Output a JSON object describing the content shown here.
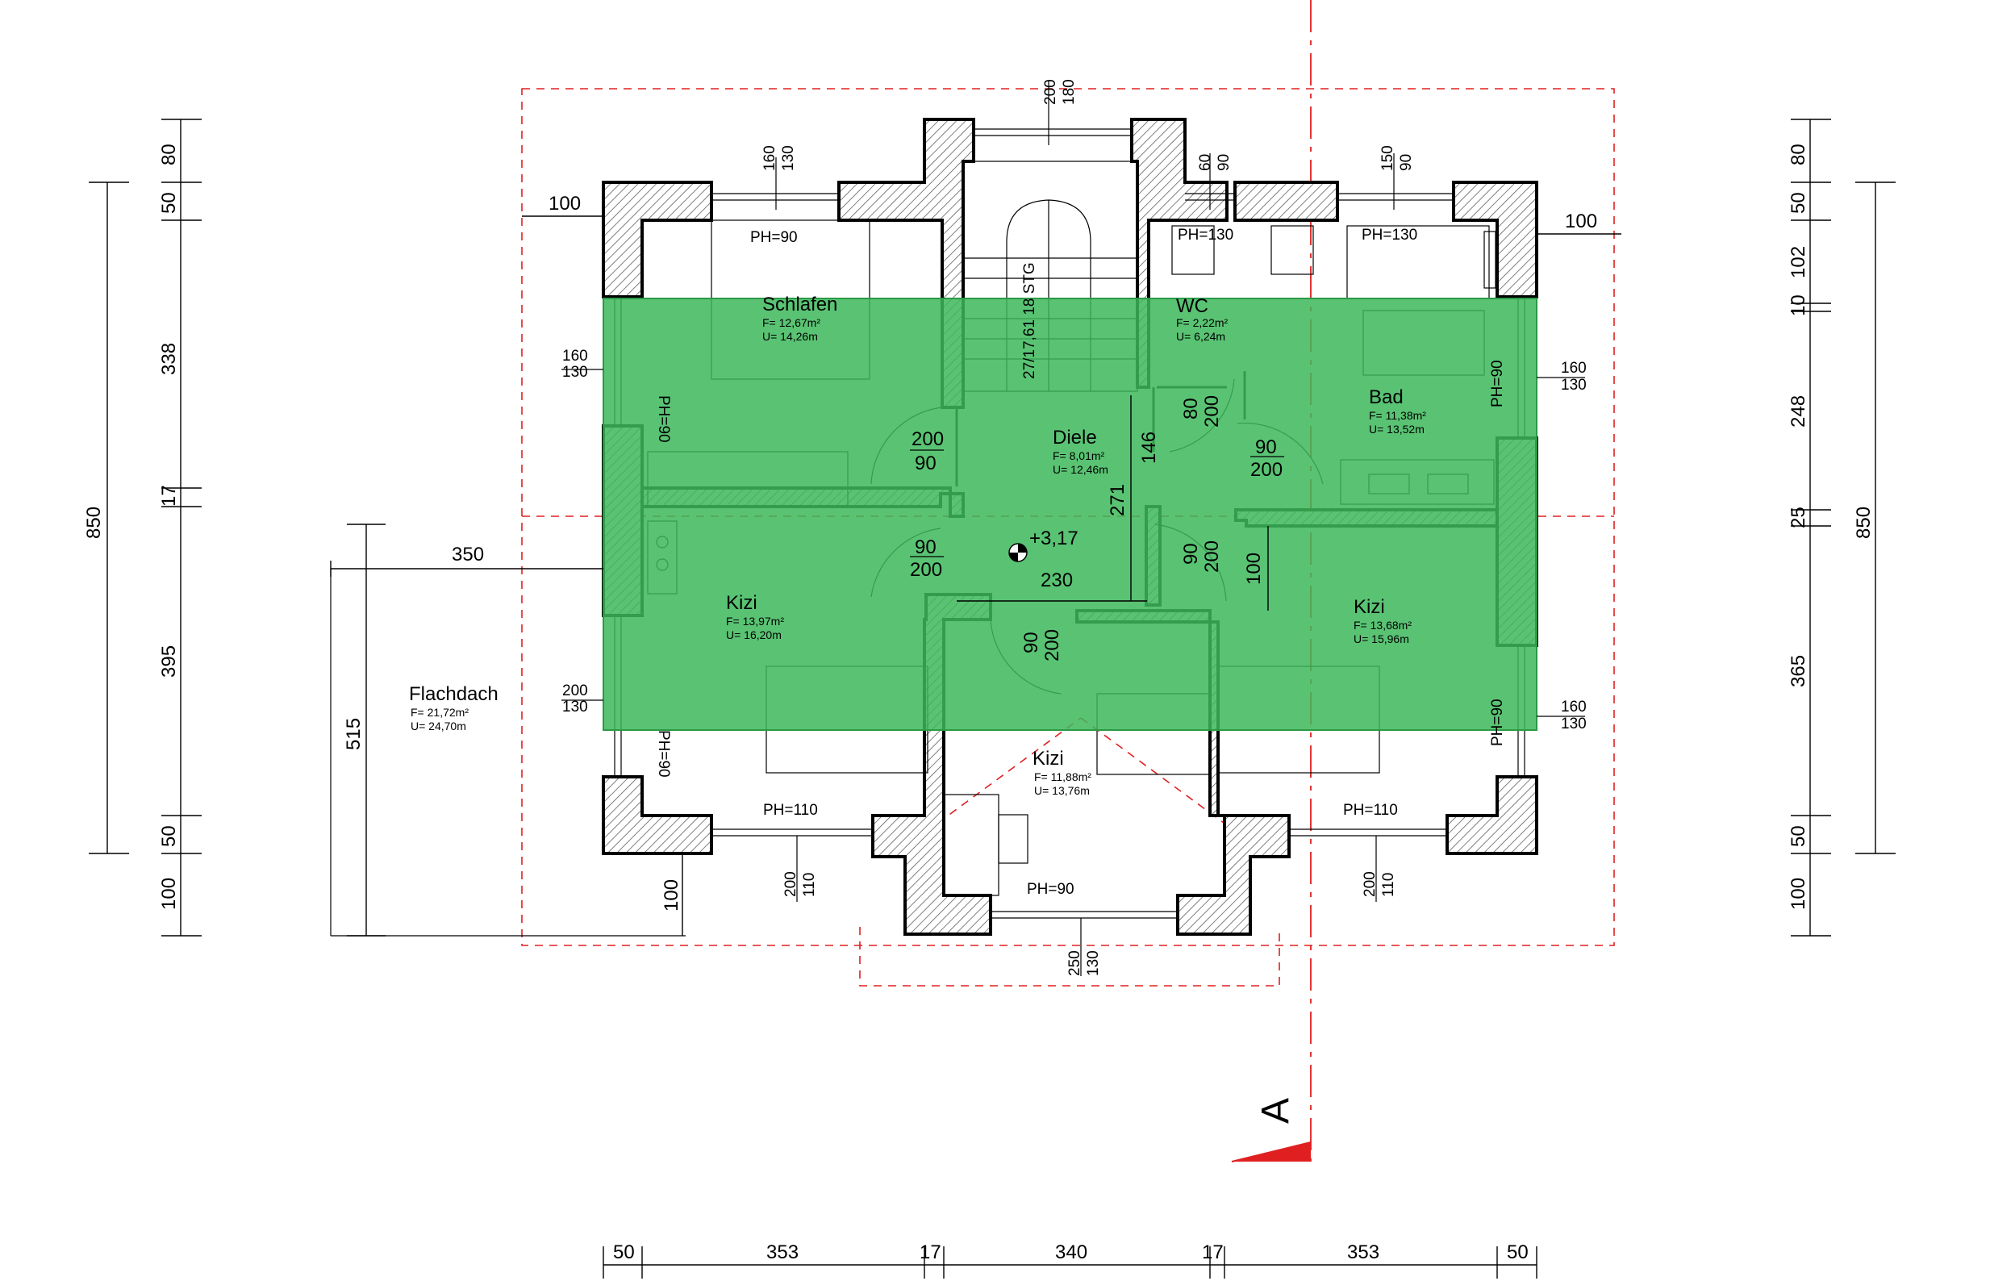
{
  "rooms": {
    "schlafen": {
      "name": "Schlafen",
      "f": "F= 12,67m²",
      "u": "U= 14,26m",
      "ph": "PH=90"
    },
    "wc": {
      "name": "WC",
      "f": "F= 2,22m²",
      "u": "U= 6,24m",
      "ph": "PH=130"
    },
    "bad": {
      "name": "Bad",
      "f": "F= 11,38m²",
      "u": "U= 13,52m",
      "ph": "PH=130"
    },
    "diele": {
      "name": "Diele",
      "f": "F= 8,01m²",
      "u": "U= 12,46m"
    },
    "kizi_left": {
      "name": "Kizi",
      "f": "F= 13,97m²",
      "u": "U= 16,20m",
      "ph": "PH=110"
    },
    "kizi_right": {
      "name": "Kizi",
      "f": "F= 13,68m²",
      "u": "U= 15,96m",
      "ph": "PH=110"
    },
    "kizi_bottom": {
      "name": "Kizi",
      "f": "F= 11,88m²",
      "u": "U= 13,76m",
      "ph": "PH=90"
    },
    "flachdach": {
      "name": "Flachdach",
      "f": "F= 21,72m²",
      "u": "U= 24,70m"
    }
  },
  "stair": {
    "label": "27/17,61 18 STG"
  },
  "level": {
    "value": "+3,17"
  },
  "section": {
    "label": "A"
  },
  "ph_labels": {
    "ph90": "PH=90"
  },
  "dims": {
    "left": {
      "total": "850",
      "parts": [
        "80",
        "50",
        "338",
        "17",
        "395",
        "50",
        "100"
      ],
      "terrace": "515"
    },
    "right": {
      "total": "850",
      "parts": [
        "80",
        "50",
        "102",
        "10",
        "248",
        "25",
        "365",
        "50",
        "100"
      ]
    },
    "bottom": [
      "50",
      "353",
      "17",
      "340",
      "17",
      "353",
      "50"
    ],
    "overhang_left": "100",
    "overhang_right": "100",
    "terrace_width": "350",
    "bottom_overhang": "100",
    "diele_width": "230",
    "diele_271": "271",
    "diele_146": "146",
    "diele_100": "100"
  },
  "windows": {
    "top_center": [
      "200",
      "180"
    ],
    "schlafen": [
      "160",
      "130"
    ],
    "wc": [
      "60",
      "90"
    ],
    "bad_top": [
      "150",
      "90"
    ],
    "left_upper": [
      "160",
      "130"
    ],
    "left_lower": [
      "200",
      "130"
    ],
    "right_upper": [
      "160",
      "130"
    ],
    "right_lower": [
      "160",
      "130"
    ],
    "bottom_left": [
      "200",
      "110"
    ],
    "bottom_right": [
      "200",
      "110"
    ],
    "bottom_center": [
      "250",
      "130"
    ],
    "ph90_side": "PH=90"
  },
  "doors": {
    "d1": [
      "200",
      "90"
    ],
    "d2": [
      "80",
      "200"
    ],
    "d3": [
      "90",
      "200"
    ],
    "d4": [
      "90",
      "200"
    ],
    "d5": [
      "90",
      "200"
    ],
    "d6": [
      "90",
      "200"
    ]
  },
  "colors": {
    "highlight": "#3cb95a",
    "section_line": "#e02020"
  }
}
